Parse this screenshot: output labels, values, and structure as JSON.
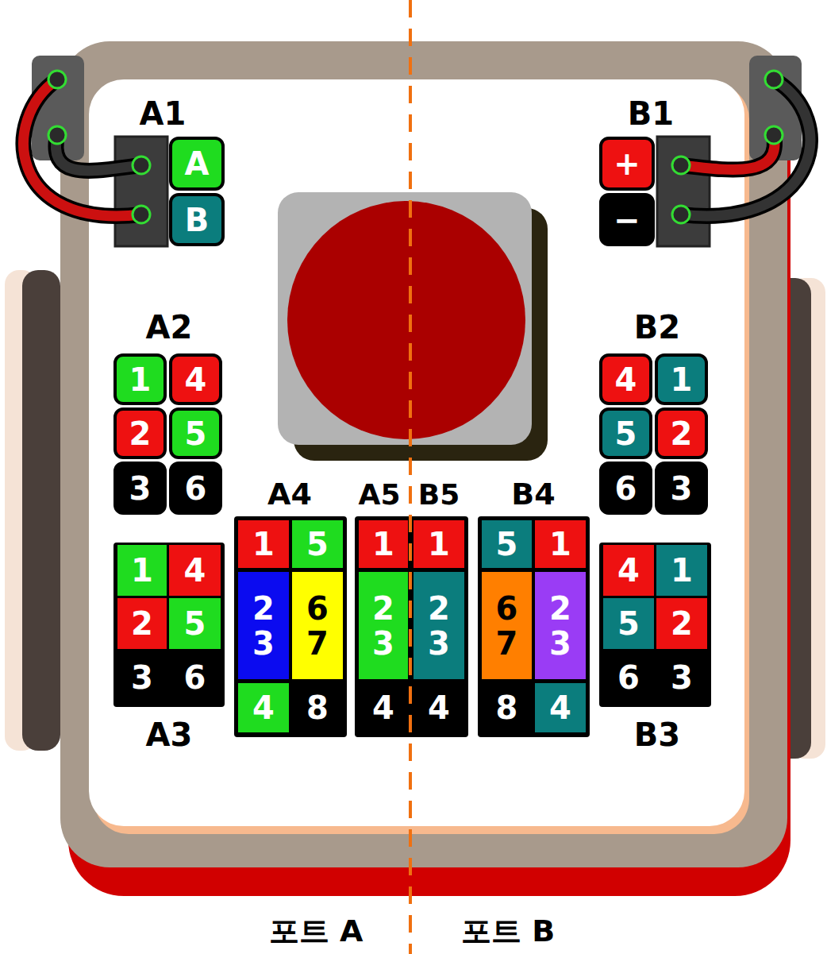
{
  "diagram": {
    "nodes": [
      {
        "text": [
          "A"
        ]
      },
      {
        "text": [
          "B"
        ]
      },
      {
        "text": [
          "+"
        ]
      },
      {
        "text": [
          "−"
        ]
      },
      {
        "text": [
          "1"
        ]
      },
      {
        "text": [
          "4"
        ]
      },
      {
        "text": [
          "2"
        ]
      },
      {
        "text": [
          "5"
        ]
      },
      {
        "text": [
          "3"
        ]
      },
      {
        "text": [
          "6"
        ]
      },
      {
        "text": [
          "4"
        ]
      },
      {
        "text": [
          "1"
        ]
      },
      {
        "text": [
          "5"
        ]
      },
      {
        "text": [
          "2"
        ]
      },
      {
        "text": [
          "6"
        ]
      },
      {
        "text": [
          "3"
        ]
      },
      {
        "text": [
          "1"
        ]
      },
      {
        "text": [
          "5"
        ]
      },
      {
        "text": [
          "2",
          "3"
        ]
      },
      {
        "text": [
          "6",
          "7"
        ]
      },
      {
        "text": [
          "4"
        ]
      },
      {
        "text": [
          "8"
        ]
      },
      {
        "text": [
          "1"
        ]
      },
      {
        "text": [
          "2",
          "3"
        ]
      },
      {
        "text": [
          "4"
        ]
      },
      {
        "text": [
          "1"
        ]
      },
      {
        "text": [
          "2",
          "3"
        ]
      },
      {
        "text": [
          "4"
        ]
      },
      {
        "text": [
          "5"
        ]
      },
      {
        "text": [
          "1"
        ]
      },
      {
        "text": [
          "6",
          "7"
        ]
      },
      {
        "text": [
          "2",
          "3"
        ]
      },
      {
        "text": [
          "8"
        ]
      },
      {
        "text": [
          "4"
        ]
      },
      {
        "text": [
          "1"
        ]
      },
      {
        "text": [
          "4"
        ]
      },
      {
        "text": [
          "2"
        ]
      },
      {
        "text": [
          "5"
        ]
      },
      {
        "text": [
          "3"
        ]
      },
      {
        "text": [
          "6"
        ]
      },
      {
        "text": [
          "4"
        ]
      },
      {
        "text": [
          "1"
        ]
      },
      {
        "text": [
          "5"
        ]
      },
      {
        "text": [
          "2"
        ]
      },
      {
        "text": [
          "6"
        ]
      },
      {
        "text": [
          "3"
        ]
      }
    ],
    "labels": [
      "A1",
      "B1",
      "A2",
      "B2",
      "A4",
      "A5",
      "B5",
      "B4",
      "A3",
      "B3",
      "포트 A",
      "포트 B"
    ]
  }
}
